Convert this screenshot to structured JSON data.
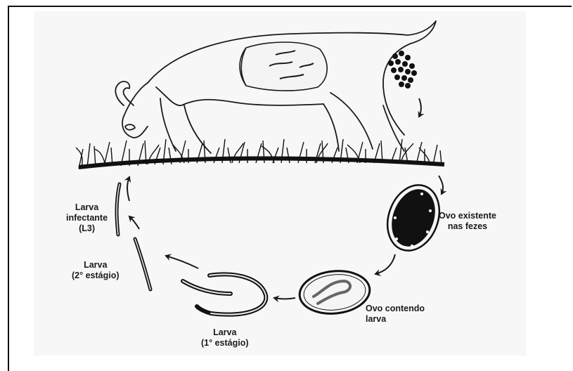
{
  "labels": {
    "egg_in_feces": [
      "Ovo existente",
      "nas fezes"
    ],
    "egg_with_larva": [
      "Ovo contendo",
      "larva"
    ],
    "larva_1": [
      "Larva",
      "(1° estágio)"
    ],
    "larva_2": [
      "Larva",
      "(2° estágio)"
    ],
    "larva_l3": [
      "Larva",
      "infectante",
      "(L3)"
    ]
  }
}
